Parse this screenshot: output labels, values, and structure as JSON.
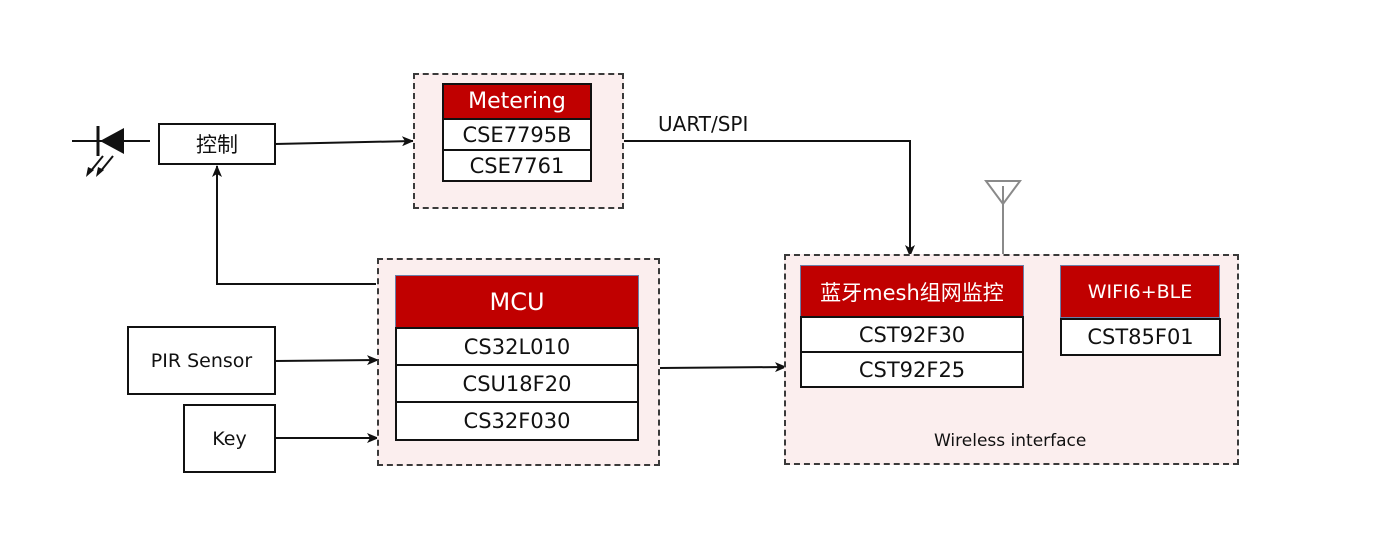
{
  "control": {
    "label": "控制"
  },
  "metering": {
    "header": "Metering",
    "chips": [
      "CSE7795B",
      "CSE7761"
    ]
  },
  "mcu": {
    "header": "MCU",
    "chips": [
      "CS32L010",
      "CSU18F20",
      "CS32F030"
    ]
  },
  "inputs": {
    "pir": "PIR Sensor",
    "key": "Key"
  },
  "uart_label": "UART/SPI",
  "wireless": {
    "caption": "Wireless interface",
    "ble": {
      "header": "蓝牙mesh组网监控",
      "chips": [
        "CST92F30",
        "CST92F25"
      ]
    },
    "wifi": {
      "header": "WIFI6+BLE",
      "chips": [
        "CST85F01"
      ]
    }
  },
  "colors": {
    "header_red": "#c00000",
    "group_fill": "#fbeeee",
    "line": "#111111"
  },
  "icons": [
    "led-diode-icon",
    "antenna-icon"
  ]
}
